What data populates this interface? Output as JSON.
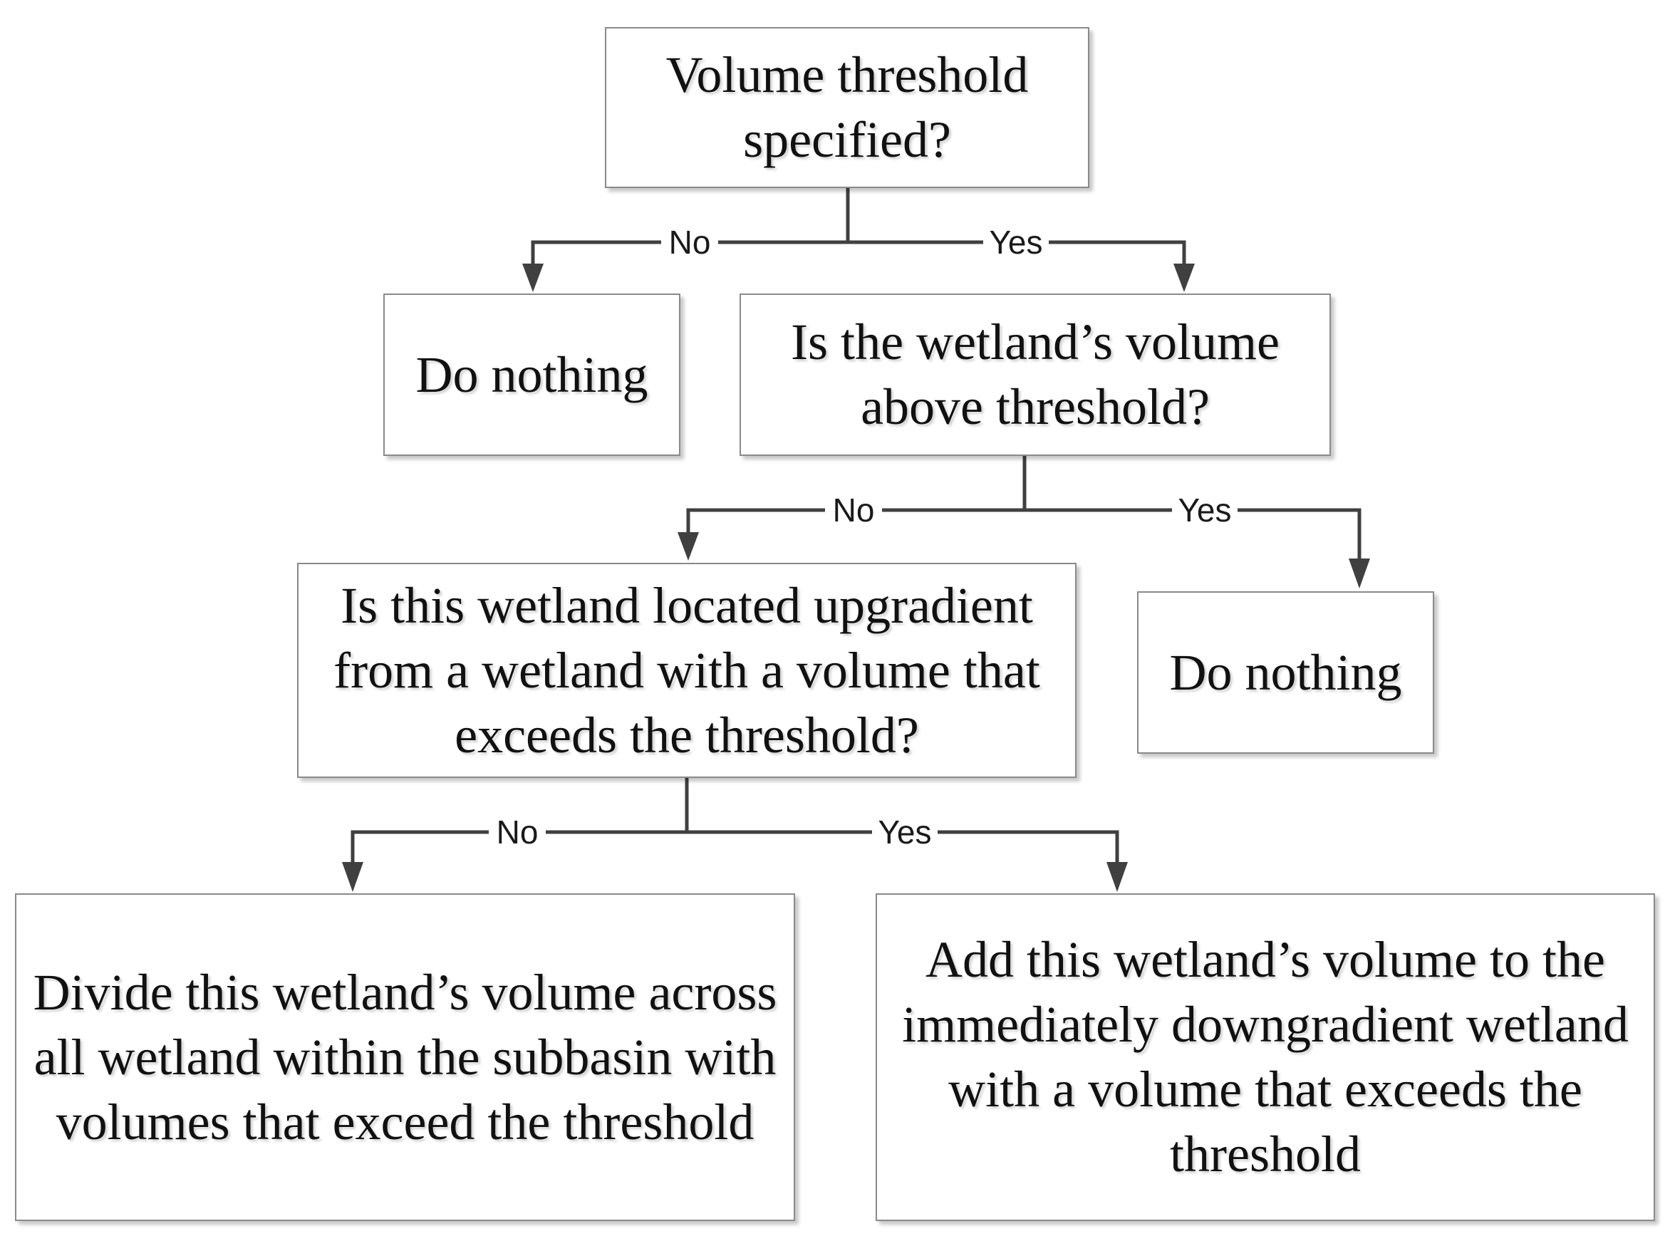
{
  "diagram": {
    "nodes": {
      "q1": "Volume threshold specified?",
      "do_nothing_1": "Do nothing",
      "q2": "Is the wetland’s volume above threshold?",
      "q3": "Is this wetland located upgradient from a wetland with a volume that exceeds the threshold?",
      "do_nothing_2": "Do nothing",
      "divide": "Divide this wetland’s volume across all wetland within the subbasin with volumes that exceed the threshold",
      "add": "Add this wetland’s volume to the immediately downgradient wetland with a volume that exceeds the threshold"
    },
    "edges": {
      "q1_no": "No",
      "q1_yes": "Yes",
      "q2_no": "No",
      "q2_yes": "Yes",
      "q3_no": "No",
      "q3_yes": "Yes"
    }
  }
}
